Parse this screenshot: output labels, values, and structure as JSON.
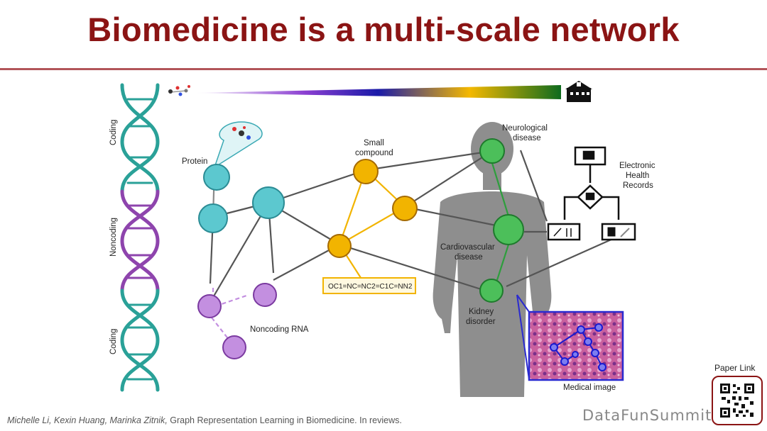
{
  "title": "Biomedicine is a multi-scale network",
  "dna_labels": {
    "top": "Coding",
    "middle": "Noncoding",
    "bottom": "Coding"
  },
  "nodes": {
    "protein": "Protein",
    "small_compound_1": "Small",
    "small_compound_2": "compound",
    "smiles": "OC1=NC=NC2=C1C=NN2",
    "noncoding_rna": "Noncoding RNA",
    "neuro_1": "Neurological",
    "neuro_2": "disease",
    "cardio_1": "Cardiovascular",
    "cardio_2": "disease",
    "kidney_1": "Kidney",
    "kidney_2": "disorder",
    "ehr_1": "Electronic",
    "ehr_2": "Health",
    "ehr_3": "Records",
    "medical_image": "Medical image"
  },
  "colors": {
    "title": "#8b1414",
    "dna_teal": "#2aa198",
    "dna_purple": "#8e44ad",
    "protein": "#5cc8cf",
    "compound": "#f2b400",
    "rna": "#c38fe0",
    "organ": "#4cbf5a"
  },
  "icons": [
    "molecule-icon",
    "hospital-icon",
    "dna-helix-icon",
    "qr-code-icon"
  ],
  "footer": {
    "authors": "Michelle Li, Kexin Huang, Marinka Zitnik,",
    "citation": " Graph Representation Learning in Biomedicine. In reviews."
  },
  "brand": "DataFunSummit",
  "paper_link": "Paper Link"
}
